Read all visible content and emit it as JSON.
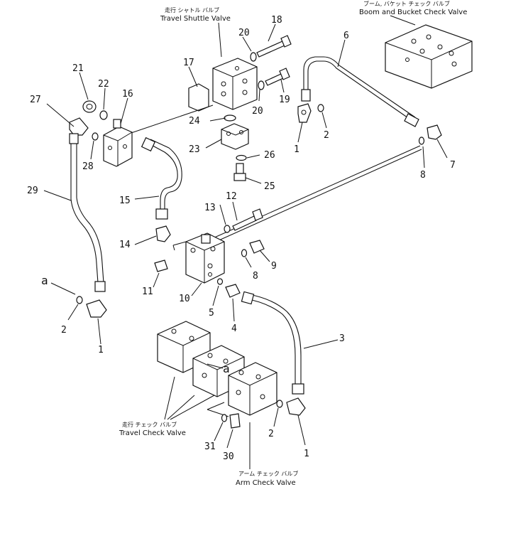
{
  "captions": {
    "travel_shuttle_jp": "走行 シャトル バルブ",
    "travel_shuttle_en": "Travel Shuttle Valve",
    "boom_bucket_jp": "ブーム, バケット チェック バルブ",
    "boom_bucket_en": "Boom and Bucket Check Valve",
    "travel_check_jp": "走行 チェック バルブ",
    "travel_check_en": "Travel Check Valve",
    "arm_check_jp": "アーム チェック バルブ",
    "arm_check_en": "Arm Check Valve"
  },
  "labels": {
    "p1a": "1",
    "p1b": "1",
    "p1c": "1",
    "p2a": "2",
    "p2b": "2",
    "p2c": "2",
    "p3": "3",
    "p4": "4",
    "p5": "5",
    "p6": "6",
    "p7": "7",
    "p8a": "8",
    "p8b": "8",
    "p9": "9",
    "p10": "10",
    "p11": "11",
    "p12": "12",
    "p13": "13",
    "p14": "14",
    "p15": "15",
    "p16": "16",
    "p17": "17",
    "p18": "18",
    "p19": "19",
    "p20a": "20",
    "p20b": "20",
    "p21": "21",
    "p22": "22",
    "p23": "23",
    "p24": "24",
    "p25": "25",
    "p26": "26",
    "p27": "27",
    "p28": "28",
    "p29": "29",
    "p30": "30",
    "p31": "31",
    "a1": "a",
    "a2": "a"
  }
}
